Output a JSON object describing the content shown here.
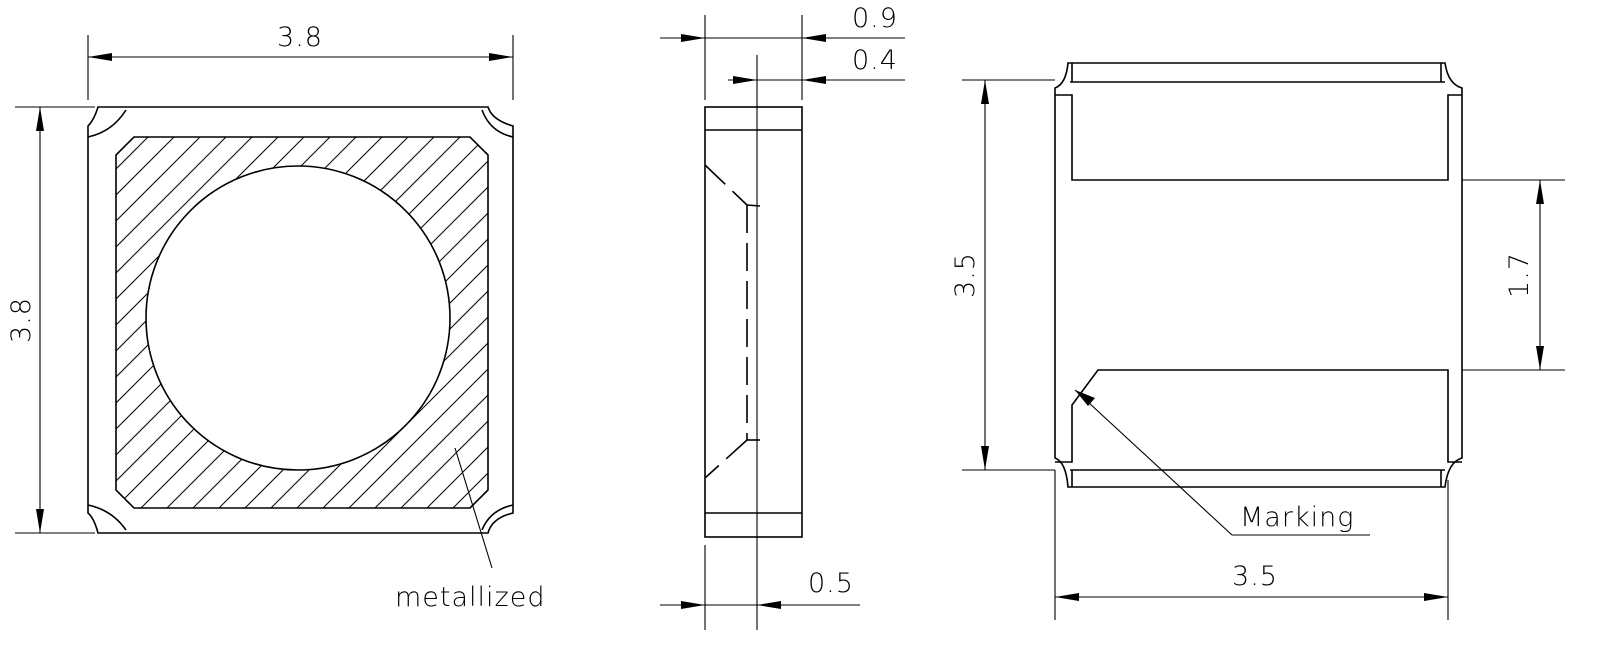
{
  "front_view": {
    "width_dim": "3.8",
    "height_dim": "3.8",
    "metallized_label": "metallized"
  },
  "side_view": {
    "total_thickness_dim": "0.9",
    "upper_dim": "0.4",
    "lower_dim": "0.5"
  },
  "bottom_view": {
    "height_dim": "3.5",
    "pad_gap_dim": "1.7",
    "width_dim": "3.5",
    "marking_label": "Marking"
  }
}
